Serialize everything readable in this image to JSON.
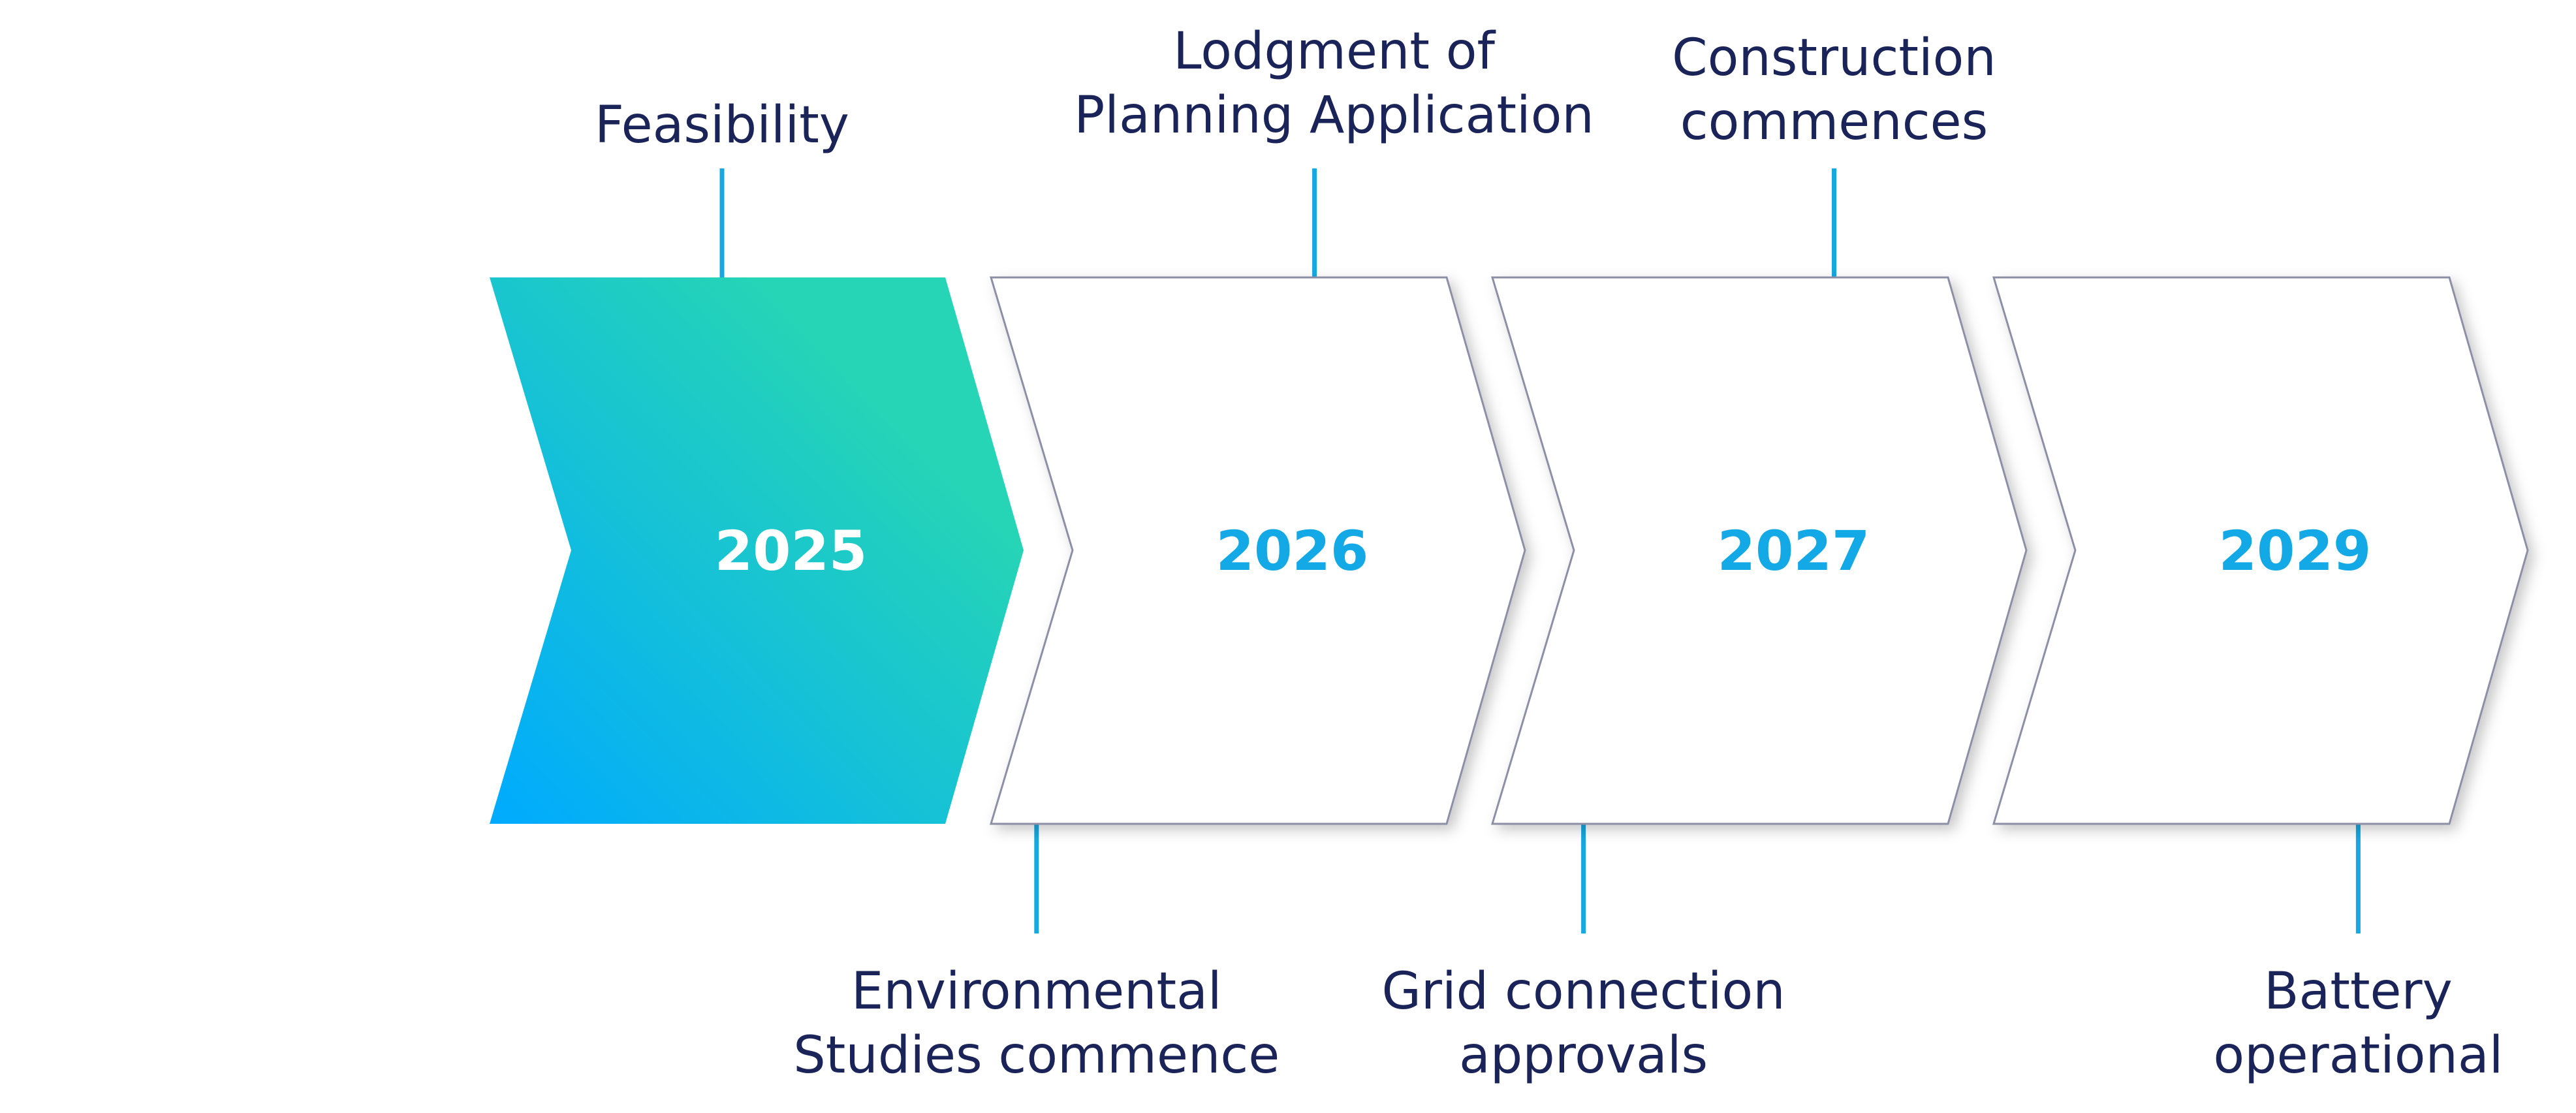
{
  "colors": {
    "accent_blue": "#12a9e6",
    "active_gradient_start": "#00aaff",
    "active_gradient_end": "#26d4b6",
    "milestone_text": "#1b2459",
    "chevron_outline": "#8c8fa6",
    "connector": "#16a8e0",
    "active_year_text": "#ffffff"
  },
  "phases": [
    {
      "year": "2025",
      "active": true
    },
    {
      "year": "2026",
      "active": false
    },
    {
      "year": "2027",
      "active": false
    },
    {
      "year": "2029",
      "active": false
    }
  ],
  "milestones": [
    {
      "phase": 0,
      "side": "top",
      "lines": [
        "Feasibility"
      ]
    },
    {
      "phase": 1,
      "side": "top",
      "lines": [
        "Lodgment of",
        "Planning Application"
      ]
    },
    {
      "phase": 2,
      "side": "top",
      "lines": [
        "Construction",
        "commences"
      ]
    },
    {
      "phase": 1,
      "side": "bottom",
      "lines": [
        "Environmental",
        "Studies commence"
      ]
    },
    {
      "phase": 2,
      "side": "bottom",
      "lines": [
        "Grid connection",
        "approvals"
      ]
    },
    {
      "phase": 3,
      "side": "bottom",
      "lines": [
        "Battery",
        "operational"
      ]
    }
  ]
}
